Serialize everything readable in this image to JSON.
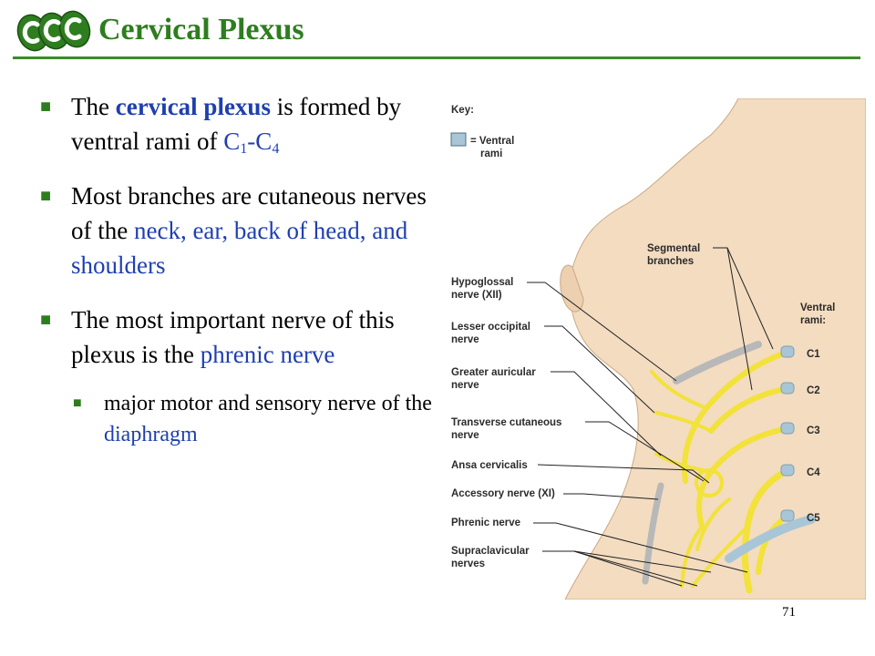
{
  "title": "Cervical Plexus",
  "page_number": "71",
  "bullets": {
    "b1": {
      "p1": "The ",
      "p2": "cervical plexus",
      "p3": " is formed by ventral rami of ",
      "c1": "C",
      "s1": "1",
      "dash": "-",
      "c2": "C",
      "s2": "4"
    },
    "b2": {
      "p1": "Most branches are cutaneous nerves of the ",
      "p2": "neck, ear, back of head, and shoulders"
    },
    "b3": {
      "p1": "The most important nerve of this plexus is the ",
      "p2": "phrenic nerve"
    },
    "sub1": {
      "p1": "major motor and sensory nerve of the ",
      "p2": "diaphragm"
    }
  },
  "figure": {
    "key_title": "Key:",
    "key_item_1": "= Ventral",
    "key_item_2": "rami",
    "segmental_1": "Segmental",
    "segmental_2": "branches",
    "ventral_1": "Ventral",
    "ventral_2": "rami:",
    "rami": [
      "C1",
      "C2",
      "C3",
      "C4",
      "C5"
    ],
    "labels": [
      {
        "l1": "Hypoglossal",
        "l2": "nerve (XII)"
      },
      {
        "l1": "Lesser occipital",
        "l2": "nerve"
      },
      {
        "l1": "Greater auricular",
        "l2": "nerve"
      },
      {
        "l1": "Transverse cutaneous",
        "l2": "nerve"
      },
      {
        "l1": "Ansa cervicalis",
        "l2": ""
      },
      {
        "l1": "Accessory nerve (XI)",
        "l2": ""
      },
      {
        "l1": "Phrenic nerve",
        "l2": ""
      },
      {
        "l1": "Supraclavicular",
        "l2": "nerves"
      }
    ],
    "colors": {
      "skin": "#f3dcc0",
      "nerve": "#f2e23a",
      "ventral": "#a9c6d6",
      "gray": "#c8c8c8"
    }
  }
}
